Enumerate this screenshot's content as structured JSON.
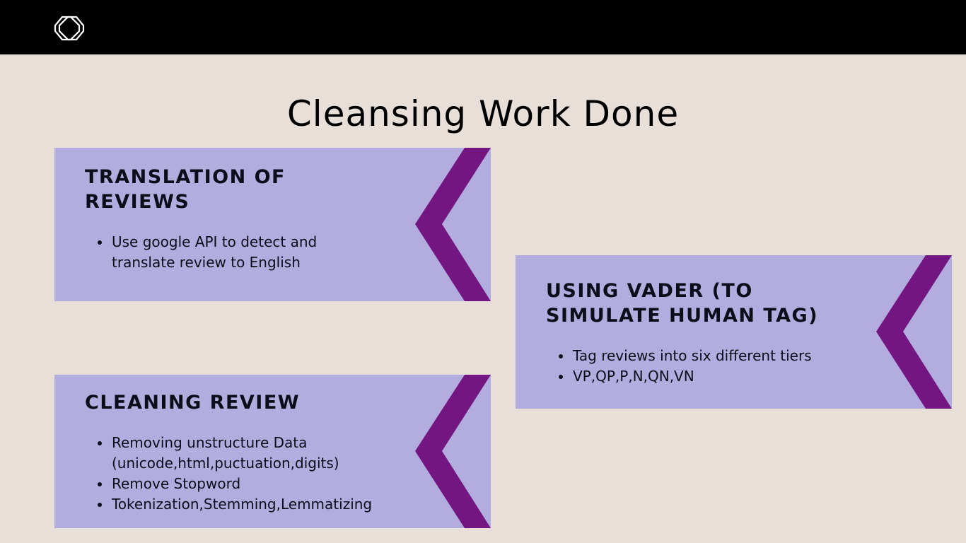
{
  "slide": {
    "title": "Cleansing Work Done",
    "colors": {
      "background": "#e8dfd8",
      "topbar": "#000000",
      "card_fill": "#b3acdf",
      "chevron": "#731682",
      "text": "#0d0d1a"
    },
    "logo_icon": "interlocking-diamond-logo-icon"
  },
  "cards": {
    "translation": {
      "heading_line1": "TRANSLATION OF",
      "heading_line2": "REVIEWS",
      "bullets": [
        "Use google API to detect and",
        "translate review to English"
      ]
    },
    "vader": {
      "heading_line1": "USING VADER (TO",
      "heading_line2": "SIMULATE HUMAN TAG)",
      "bullets": [
        "Tag reviews into six different tiers",
        "VP,QP,P,N,QN,VN"
      ]
    },
    "cleaning": {
      "heading_line1": "CLEANING REVIEW",
      "bullets": [
        "Removing unstructure Data",
        "(unicode,html,puctuation,digits)",
        "Remove Stopword",
        "Tokenization,Stemming,Lemmatizing"
      ]
    }
  }
}
